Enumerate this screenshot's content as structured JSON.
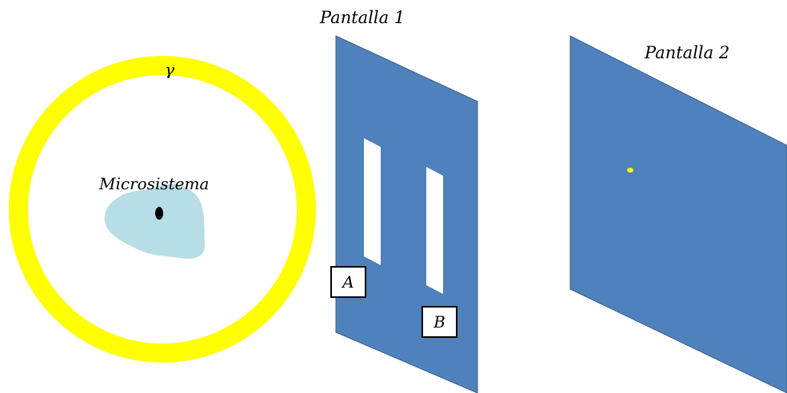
{
  "labels": {
    "gamma": "γ",
    "microsystem": "Microsistema",
    "screen1": "Pantalla 1",
    "screen2": "Pantalla 2",
    "slit_a": "A",
    "slit_b": "B"
  },
  "colors": {
    "ring": "#ffff00",
    "blob": "#b7dde6",
    "screen": "#4f81bd",
    "screen_edge": "#3a5f8d",
    "slit": "#ffffff",
    "particle_dot": "#000000",
    "detection_dot": "#ffff00"
  }
}
